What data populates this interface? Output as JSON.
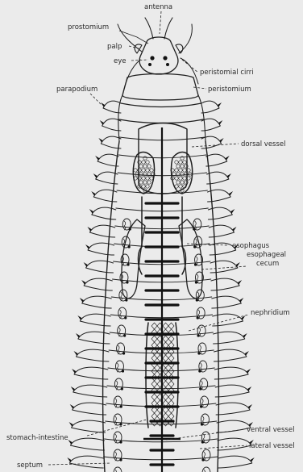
{
  "labels": {
    "antenna": "antenna",
    "prostomium": "prostomium",
    "palp": "palp",
    "eye": "eye",
    "peristomial_cirri": "peristomial cirri",
    "peristomium": "peristomium",
    "parapodium": "parapodium",
    "dorsal_vessel": "dorsal vessel",
    "esophagus": "esophagus",
    "esophageal_cecum_line1": "esophageal",
    "esophageal_cecum_line2": "cecum",
    "nephridium": "nephridium",
    "stomach_intestine": "stomach-intestine",
    "ventral_vessel": "ventral vessel",
    "lateral_vessel": "lateral vessel",
    "septum": "septum"
  },
  "colors": {
    "background": "#ebebeb",
    "ink": "#1e1e1e",
    "dark_fill": "#111111"
  }
}
